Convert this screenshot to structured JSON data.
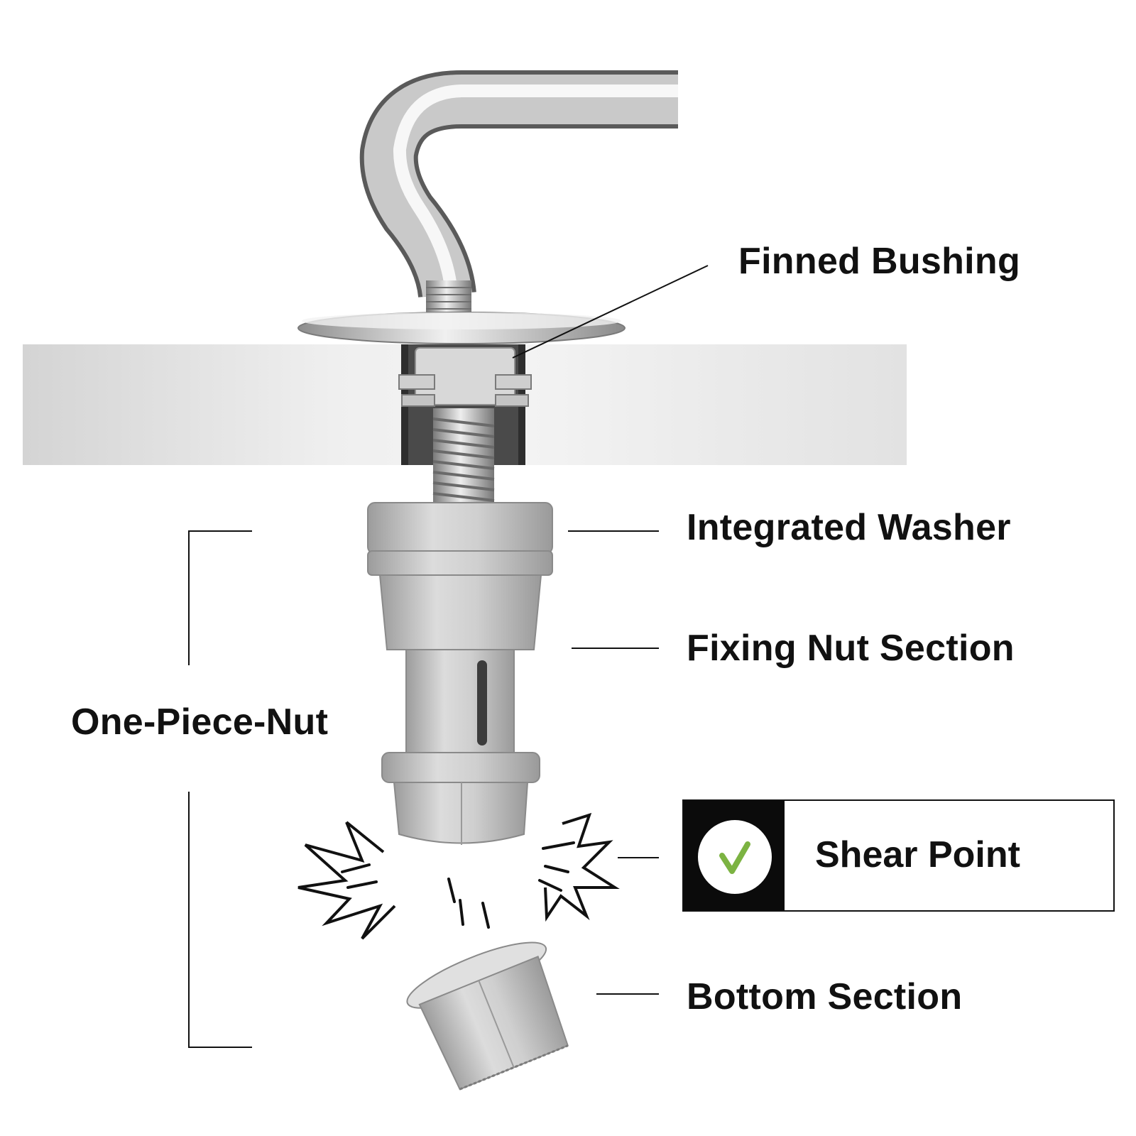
{
  "labels": {
    "finned_bushing": "Finned Bushing",
    "integrated_washer": "Integrated Washer",
    "fixing_nut_section": "Fixing Nut Section",
    "one_piece_nut": "One-Piece-Nut",
    "shear_point": "Shear Point",
    "bottom_section": "Bottom Section"
  },
  "colors": {
    "text": "#111111",
    "check": "#7cb342",
    "nut_plastic": "#c9c9c9",
    "metal": "#b8b8b8",
    "surface": "#e6e6e6"
  },
  "icons": {
    "shear_badge": "check-icon"
  }
}
